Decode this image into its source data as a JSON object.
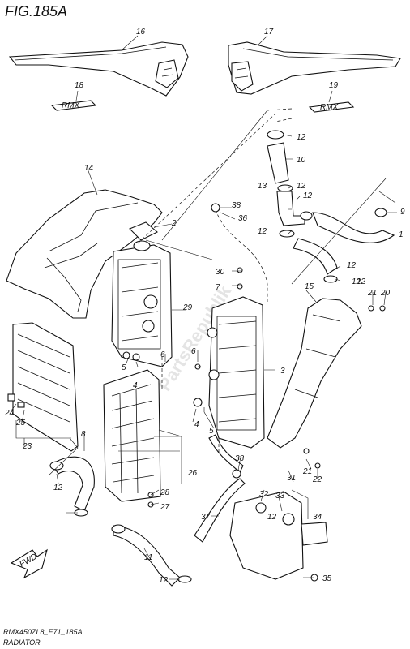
{
  "figure": {
    "title": "FIG.185A",
    "model_code": "RMX450ZL8_E71_185A",
    "caption": "RADIATOR",
    "watermark": "PartsRepublik"
  },
  "callouts": [
    "16",
    "17",
    "18",
    "19",
    "12",
    "10",
    "12",
    "12",
    "13",
    "14",
    "38",
    "2",
    "36",
    "12",
    "12",
    "9",
    "1",
    "29",
    "30",
    "7",
    "12",
    "15",
    "21",
    "20",
    "5",
    "4",
    "6",
    "6",
    "3",
    "12",
    "24",
    "25",
    "23",
    "8",
    "4",
    "5",
    "12",
    "26",
    "28",
    "27",
    "21",
    "22",
    "38",
    "31",
    "32",
    "33",
    "12",
    "34",
    "37",
    "11",
    "12",
    "35"
  ],
  "fwd_label": "FWD",
  "decal_text": "RMX"
}
